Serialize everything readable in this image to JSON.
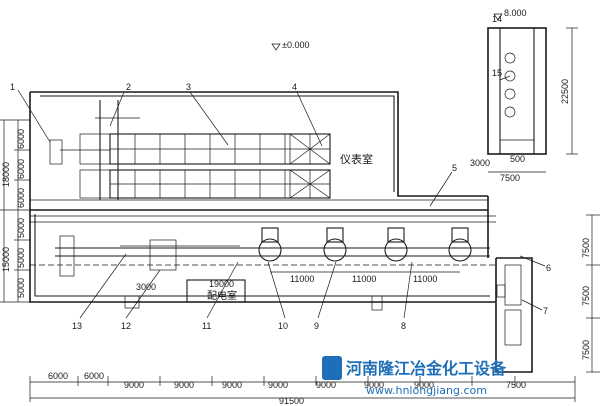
{
  "levels": {
    "ground": "±0.000",
    "upper": "8.000"
  },
  "rooms": {
    "instrument": "仪表室",
    "distribution": "配电室"
  },
  "callouts": [
    "1",
    "2",
    "3",
    "4",
    "5",
    "6",
    "7",
    "8",
    "9",
    "10",
    "11",
    "12",
    "13",
    "14",
    "15"
  ],
  "dims": {
    "left_outer": "18000",
    "left_inner": [
      "6000",
      "6000",
      "6000"
    ],
    "left_outer2": "15000",
    "left_inner2": [
      "5000",
      "5000",
      "5000"
    ],
    "bottom": [
      "6000",
      "6000",
      "9000",
      "9000",
      "9000",
      "9000",
      "9000",
      "9000",
      "9000",
      "7500"
    ],
    "overall": "91500",
    "spacing": [
      "11000",
      "11000",
      "11000"
    ],
    "room_dims": [
      "3000",
      "19000"
    ],
    "right_col": [
      "7500",
      "7500",
      "7500"
    ],
    "tower_height": "22500",
    "tower_base": [
      "3000",
      "500"
    ],
    "tower_width": "7500"
  },
  "watermark": {
    "brand": "河南隆江冶金化工设备",
    "url": "www.hnlongjiang.com"
  }
}
